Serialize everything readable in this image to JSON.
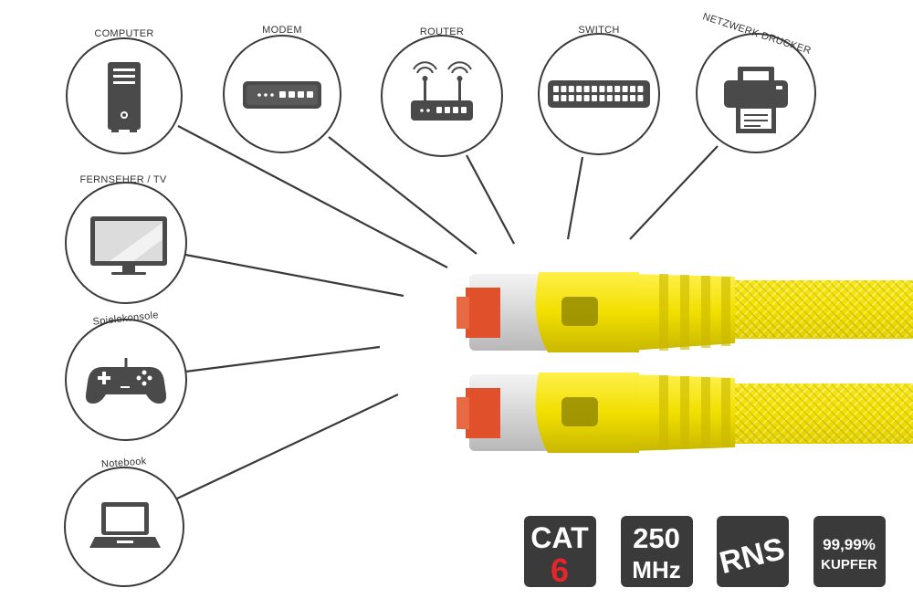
{
  "devices": [
    {
      "label": "COMPUTER",
      "icon": "computer-tower-icon"
    },
    {
      "label": "MODEM",
      "icon": "modem-icon"
    },
    {
      "label": "ROUTER",
      "icon": "router-icon"
    },
    {
      "label": "SWITCH",
      "icon": "network-switch-icon"
    },
    {
      "label": "NETZWERK DRUCKER",
      "icon": "printer-icon"
    },
    {
      "label": "FERNSEHER / TV",
      "icon": "tv-monitor-icon"
    },
    {
      "label": "Spielekonsole",
      "icon": "gamepad-icon"
    },
    {
      "label": "Notebook",
      "icon": "laptop-icon"
    }
  ],
  "badges": {
    "cat": {
      "line1": "CAT",
      "line2": "6"
    },
    "freq": {
      "line1": "250",
      "line2": "MHz"
    },
    "rns": {
      "text": "RNS"
    },
    "kupfer": {
      "line1": "99,99%",
      "line2": "KUPFER"
    }
  },
  "colors": {
    "cable_yellow": "#f1df00",
    "cable_yellow_dark": "#c9b800",
    "connector_red": "#e0502a",
    "icon_gray": "#4a4a4a",
    "badge_dark": "#3a3a3a",
    "badge_red": "#e4262b"
  }
}
